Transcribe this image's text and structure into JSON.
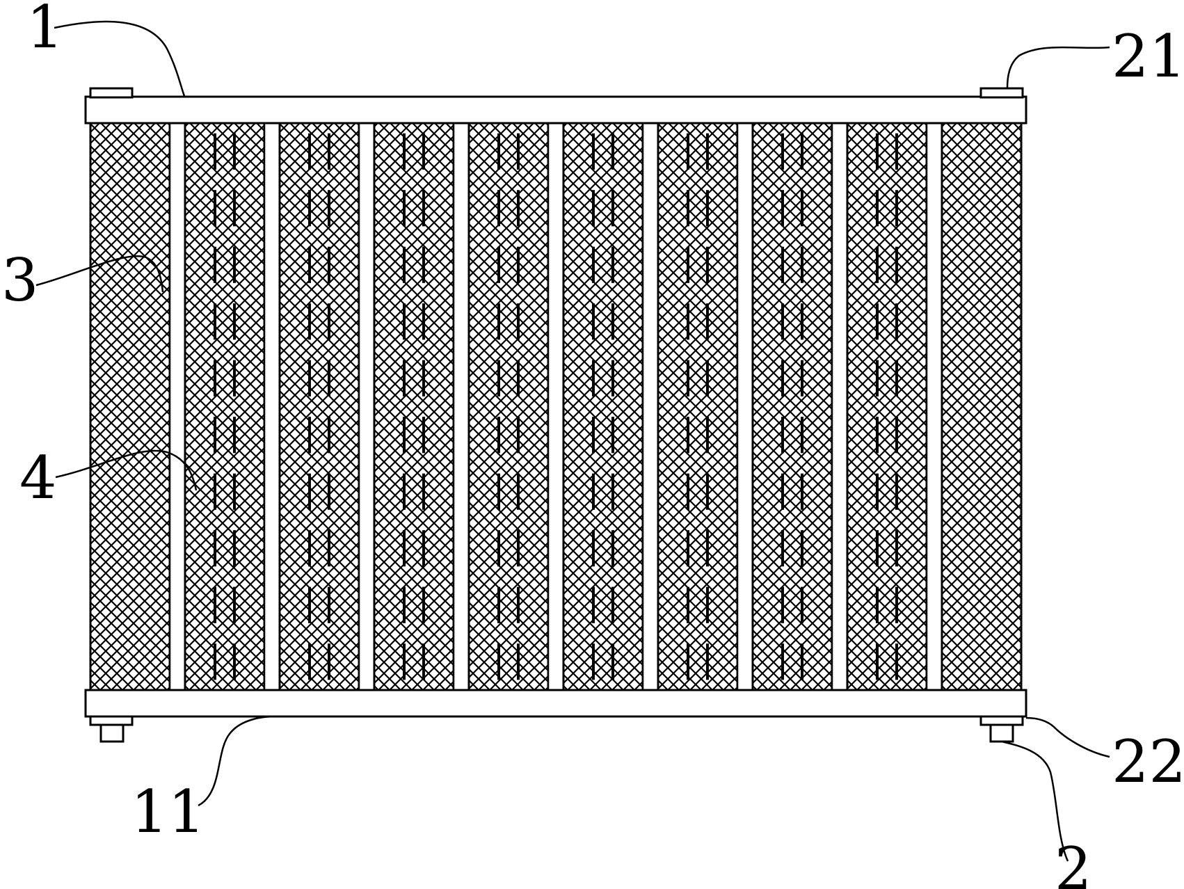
{
  "diagram": {
    "tube_count": 10,
    "slot_rows": 10,
    "colors": {
      "line": "#000000",
      "background": "#ffffff"
    },
    "labels": {
      "header_top": "1",
      "header_bottom": "11",
      "inlet_fitting": "21",
      "outlet_fitting": "22",
      "bottom_connector": "2",
      "gap": "3",
      "slot": "4"
    }
  }
}
